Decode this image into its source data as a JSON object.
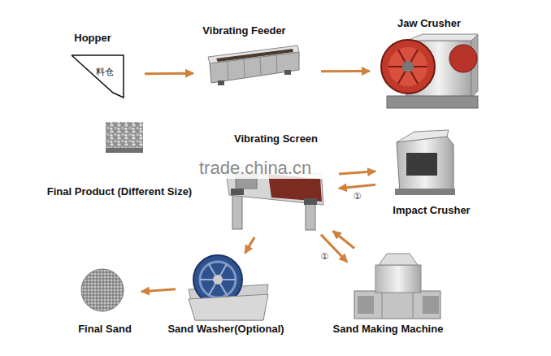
{
  "diagram": {
    "nodes": [
      {
        "text": [
          "Hopper",
          "料仓"
        ]
      },
      {
        "text": [
          "Vibrating Feeder"
        ]
      },
      {
        "text": [
          "Jaw Crusher"
        ]
      },
      {
        "text": [
          "Final Product (Different Size)"
        ]
      },
      {
        "text": [
          "Vibrating Screen"
        ]
      },
      {
        "text": [
          "Impact Crusher"
        ]
      },
      {
        "text": [
          "Final Sand"
        ]
      },
      {
        "text": [
          "Sand Washer(Optional)"
        ]
      },
      {
        "text": [
          "Sand Making Machine"
        ]
      }
    ],
    "edges": [
      {
        "from": 0,
        "to": 1,
        "arrow": "to"
      },
      {
        "from": 1,
        "to": 2,
        "arrow": "to"
      },
      {
        "from": 4,
        "to": 5,
        "label": "①",
        "arrow": "to"
      },
      {
        "from": 5,
        "to": 4,
        "arrow": "to"
      },
      {
        "from": 4,
        "to": 8,
        "label": "①",
        "arrow": "to"
      },
      {
        "from": 8,
        "to": 4,
        "arrow": "to"
      },
      {
        "from": 4,
        "to": 7,
        "arrow": "to"
      },
      {
        "from": 7,
        "to": 6,
        "arrow": "to"
      }
    ],
    "labels": [
      "trade.china.cn"
    ]
  }
}
